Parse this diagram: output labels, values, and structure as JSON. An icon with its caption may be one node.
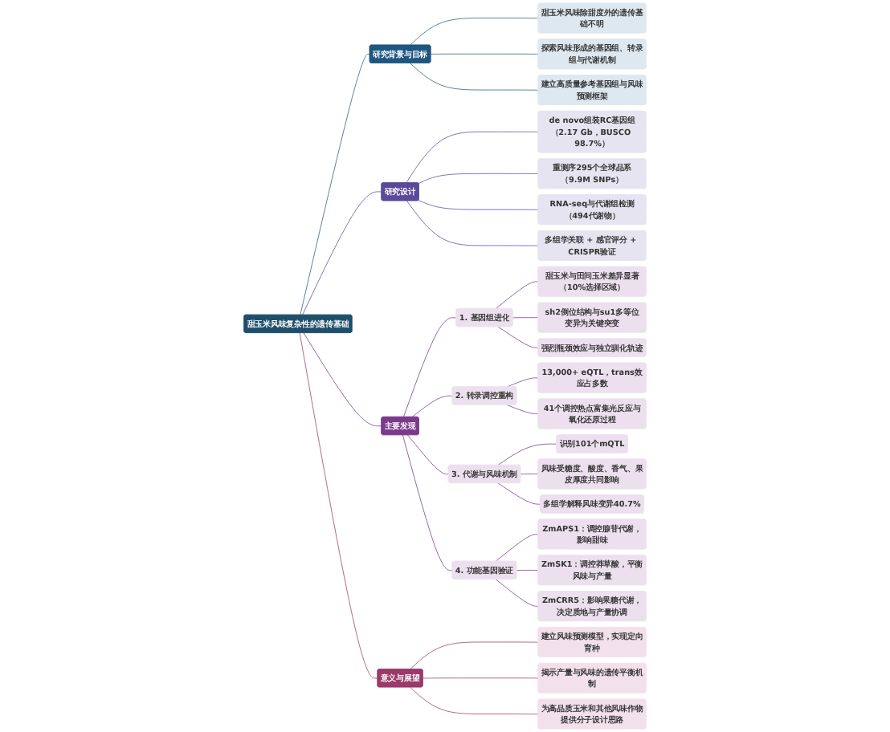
{
  "diagram": {
    "nodes": [
      {
        "text": [
          "甜玉米风味复杂性的遗传基础"
        ]
      },
      {
        "text": [
          "研究背景与目标"
        ]
      },
      {
        "text": [
          "甜玉米风味除甜度外的遗传基础不明"
        ]
      },
      {
        "text": [
          "探索风味形成的基因组、转录组与代谢机制"
        ]
      },
      {
        "text": [
          "建立高质量参考基因组与风味预测框架"
        ]
      },
      {
        "text": [
          "研究设计"
        ]
      },
      {
        "text": [
          "de novo组装RC基因组（2.17 Gb，BUSCO 98.7%）"
        ]
      },
      {
        "text": [
          "重测序295个全球品系（9.9M SNPs）"
        ]
      },
      {
        "text": [
          "RNA-seq与代谢组检测（494代谢物）"
        ]
      },
      {
        "text": [
          "多组学关联 + 感官评分 + CRISPR验证"
        ]
      },
      {
        "text": [
          "主要发现"
        ]
      },
      {
        "text": [
          "1. 基因组进化"
        ]
      },
      {
        "text": [
          "甜玉米与田间玉米差异显著（10%选择区域）"
        ]
      },
      {
        "text": [
          "sh2倒位结构与su1多等位变异为关键突变"
        ]
      },
      {
        "text": [
          "强烈瓶颈效应与独立驯化轨迹"
        ]
      },
      {
        "text": [
          "2. 转录调控重构"
        ]
      },
      {
        "text": [
          "13,000+ eQTL，trans效应占多数"
        ]
      },
      {
        "text": [
          "41个调控热点富集光反应与氧化还原过程"
        ]
      },
      {
        "text": [
          "3. 代谢与风味机制"
        ]
      },
      {
        "text": [
          "识别101个mQTL"
        ]
      },
      {
        "text": [
          "风味受糖度、酸度、香气、果皮厚度共同影响"
        ]
      },
      {
        "text": [
          "多组学解释风味变异40.7%"
        ]
      },
      {
        "text": [
          "4. 功能基因验证"
        ]
      },
      {
        "text": [
          "ZmAPS1：调控腺苷代谢，影响甜味"
        ]
      },
      {
        "text": [
          "ZmSK1：调控莽草酸，平衡风味与产量"
        ]
      },
      {
        "text": [
          "ZmCRR5：影响果糖代谢，决定质地与产量协调"
        ]
      },
      {
        "text": [
          "意义与展望"
        ]
      },
      {
        "text": [
          "建立风味预测模型，实现定向育种"
        ]
      },
      {
        "text": [
          "揭示产量与风味的遗传平衡机制"
        ]
      },
      {
        "text": [
          "为高品质玉米和其他风味作物提供分子设计思路"
        ]
      }
    ],
    "edges": [
      {
        "from": 0,
        "to": 1,
        "arrow": "none",
        "color": "#2a5f82"
      },
      {
        "from": 1,
        "to": 2,
        "arrow": "none",
        "color": "#2a5f82"
      },
      {
        "from": 1,
        "to": 3,
        "arrow": "none",
        "color": "#2a5f82"
      },
      {
        "from": 1,
        "to": 4,
        "arrow": "none",
        "color": "#2a5f82"
      },
      {
        "from": 0,
        "to": 5,
        "arrow": "none",
        "color": "#5b4f9c"
      },
      {
        "from": 5,
        "to": 6,
        "arrow": "none",
        "color": "#5b4f9c"
      },
      {
        "from": 5,
        "to": 7,
        "arrow": "none",
        "color": "#5b4f9c"
      },
      {
        "from": 5,
        "to": 8,
        "arrow": "none",
        "color": "#5b4f9c"
      },
      {
        "from": 5,
        "to": 9,
        "arrow": "none",
        "color": "#5b4f9c"
      },
      {
        "from": 0,
        "to": 10,
        "arrow": "none"
      },
      {
        "from": 10,
        "to": 11,
        "arrow": "none"
      },
      {
        "from": 11,
        "to": 12,
        "arrow": "none"
      },
      {
        "from": 11,
        "to": 13,
        "arrow": "none"
      },
      {
        "from": 11,
        "to": 14,
        "arrow": "none"
      },
      {
        "from": 10,
        "to": 15,
        "arrow": "none"
      },
      {
        "from": 15,
        "to": 16,
        "arrow": "none"
      },
      {
        "from": 15,
        "to": 17,
        "arrow": "none"
      },
      {
        "from": 10,
        "to": 18,
        "arrow": "none"
      },
      {
        "from": 18,
        "to": 19,
        "arrow": "none"
      },
      {
        "from": 18,
        "to": 20,
        "arrow": "none"
      },
      {
        "from": 18,
        "to": 21,
        "arrow": "none"
      },
      {
        "from": 10,
        "to": 22,
        "arrow": "none"
      },
      {
        "from": 22,
        "to": 23,
        "arrow": "none"
      },
      {
        "from": 22,
        "to": 24,
        "arrow": "none"
      },
      {
        "from": 22,
        "to": 25,
        "arrow": "none"
      },
      {
        "from": 0,
        "to": 26,
        "arrow": "none",
        "color": "#a03c6c"
      },
      {
        "from": 26,
        "to": 27,
        "arrow": "none",
        "color": "#a03c6c"
      },
      {
        "from": 26,
        "to": 28,
        "arrow": "none",
        "color": "#a03c6c"
      },
      {
        "from": 26,
        "to": 29,
        "arrow": "none",
        "color": "#a03c6c"
      }
    ]
  }
}
